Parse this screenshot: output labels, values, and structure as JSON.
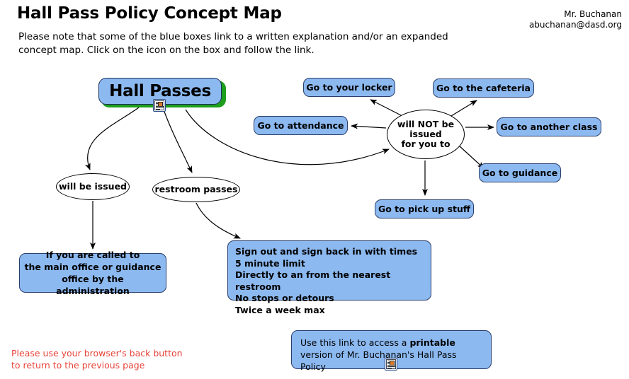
{
  "header": {
    "title": "Hall Pass Policy Concept Map",
    "intro": "Please note that some of the blue boxes link to a written explanation and/or an expanded concept map. Click on the icon on the box and follow the link.",
    "contact_name": "Mr. Buchanan",
    "contact_email": "abuchanan@dasd.org"
  },
  "footer": {
    "back_note_line1": "Please use your browser's back button",
    "back_note_line2": "to return to the previous page",
    "back_note_color": "#e8443a"
  },
  "colors": {
    "box_fill": "#8cb9f0",
    "box_border": "#2b3f6b",
    "root_shadow": "#1d9e1d",
    "connector": "#000000",
    "page_background": "#ffffff"
  },
  "nodes": {
    "root": {
      "label": "Hall Passes",
      "icon": "document-link-icon"
    },
    "will_be_issued": {
      "label": "will be issued"
    },
    "restroom_passes": {
      "label": "restroom passes"
    },
    "center": {
      "line1": "will NOT be",
      "line2": "issued",
      "line3": "for you to"
    },
    "locker": {
      "label": "Go to your locker"
    },
    "cafeteria": {
      "label": "Go to the cafeteria"
    },
    "attendance": {
      "label": "Go to attendance"
    },
    "another_class": {
      "label": "Go to another class"
    },
    "guidance": {
      "label": "Go to guidance"
    },
    "pick_up_stuff": {
      "label": "Go to pick up stuff"
    },
    "called_box": {
      "line1": "If you are called to",
      "line2": "the main office or guidance",
      "line3": "office by the administration"
    },
    "rules_box": {
      "line1": "Sign out and sign back in with times",
      "line2": "5 minute limit",
      "line3": "Directly to an from the nearest restroom",
      "line4": "No stops or detours",
      "line5": "Twice a week max"
    },
    "printable_box": {
      "text_before": "Use this link to access a ",
      "emphasis": "printable",
      "text_after": " version of Mr. Buchanan's Hall Pass Policy",
      "icon": "document-link-icon"
    }
  }
}
